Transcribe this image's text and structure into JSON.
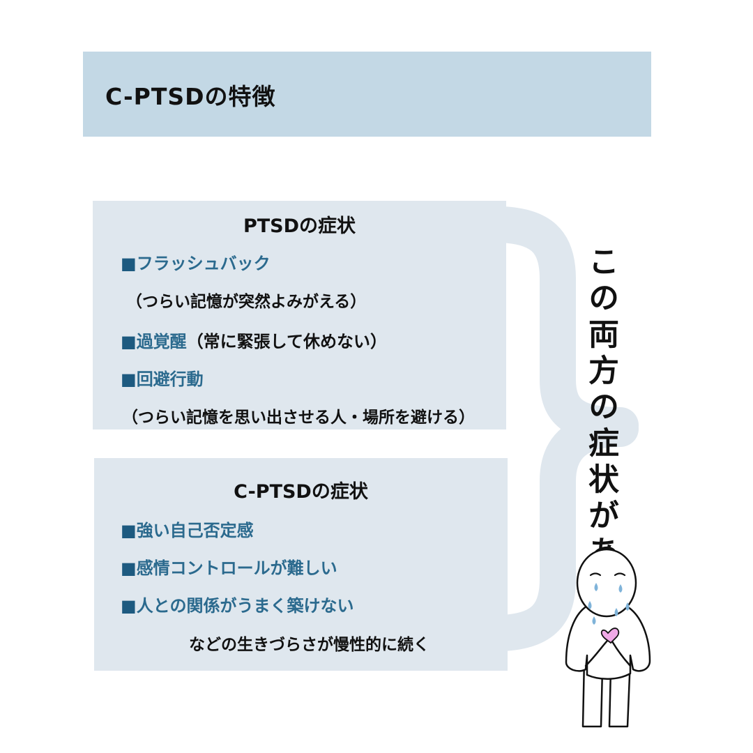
{
  "title": "C-PTSDの特徴",
  "ptsd": {
    "heading": "PTSDの症状",
    "items": [
      {
        "mark": "■",
        "label": "フラッシュバック",
        "note": ""
      },
      {
        "mark": "■",
        "label": "過覚醒",
        "note": "（常に緊張して休めない）"
      },
      {
        "mark": "■",
        "label": "回避行動",
        "note": ""
      }
    ],
    "sub_flashback": "（つらい記憶が突然よみがえる）",
    "sub_avoidance": "（つらい記憶を思い出させる人・場所を避ける）"
  },
  "cptsd": {
    "heading": "C-PTSDの症状",
    "items": [
      {
        "mark": "■",
        "label": "強い自己否定感"
      },
      {
        "mark": "■",
        "label": "感情コントロールが難しい"
      },
      {
        "mark": "■",
        "label": "人との関係がうまく築けない"
      }
    ],
    "footer": "などの生きづらさが慢性的に続く"
  },
  "side_text": "この両方の症状がある",
  "colors": {
    "title_banner": "#c3d8e5",
    "panel": "#dfe7ee",
    "accent_text": "#2b6a8e",
    "bullet": "#1d5a80"
  }
}
